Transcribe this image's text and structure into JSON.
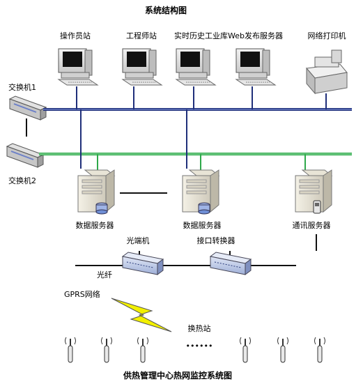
{
  "title": "系统结构图",
  "caption": "供热管理中心热网监控系统图",
  "workstations": [
    {
      "label": "操作员站"
    },
    {
      "label": "工程师站"
    },
    {
      "label": "实时历史工业库Web发布服务器"
    }
  ],
  "printer": {
    "label": "网络打印机"
  },
  "switches": [
    {
      "label": "交换机1"
    },
    {
      "label": "交换机2"
    }
  ],
  "servers": [
    {
      "label": "数据服务器"
    },
    {
      "label": "数据服务器"
    },
    {
      "label": "通讯服务器"
    }
  ],
  "fiber": {
    "terminal_label": "光端机",
    "converter_label": "接口转换器",
    "fiber_label": "光纤"
  },
  "gprs": {
    "label": "GPRS网络"
  },
  "stations": {
    "label": "换热站",
    "ellipsis": "••••••"
  },
  "colors": {
    "network1": "#1f2f7a",
    "network2": "#2ea84a",
    "lightning": "#f2f000",
    "device_blue": "#b9c6e8"
  }
}
